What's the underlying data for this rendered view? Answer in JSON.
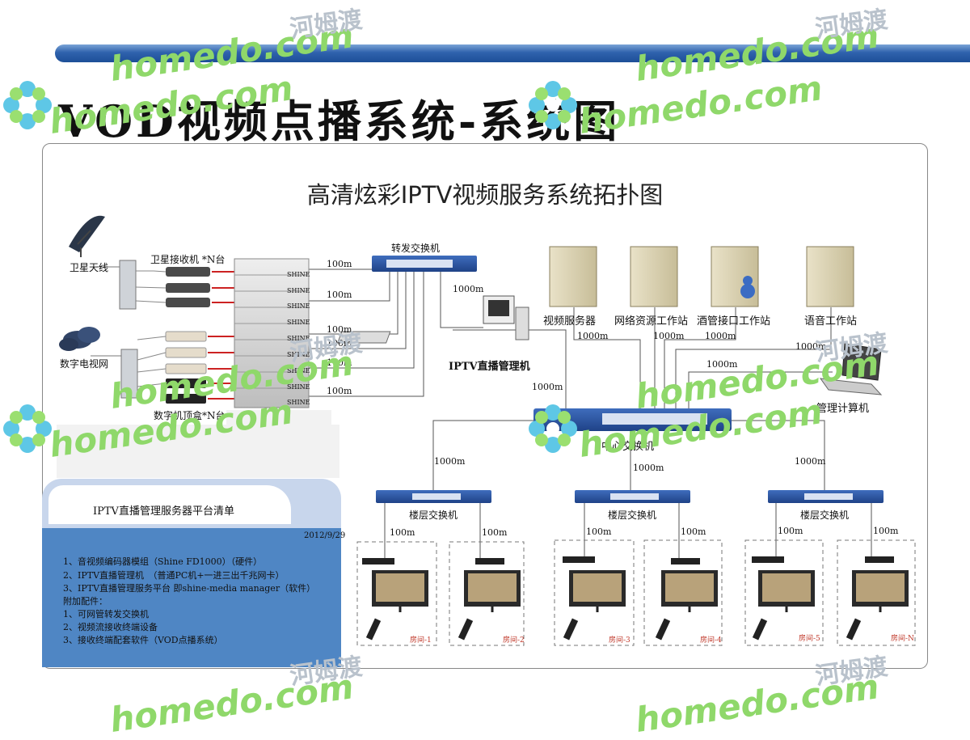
{
  "slide": {
    "title": "VOD视频点播系统-系统图",
    "diagram_title": "高清炫彩IPTV视频服务系统拓扑图"
  },
  "watermark": {
    "en": "homedo.com",
    "cn": "河姆渡"
  },
  "labels": {
    "sat_antenna": "卫星天线",
    "sat_receiver": "卫星接收机 *N台",
    "digital_tv": "数字电视网",
    "digital_stb": "数字机顶盒*N台",
    "encoder_brand": "SHINE",
    "forward_switch": "转发交换机",
    "iptv_mgmt": "IPTV直播管理机",
    "video_server": "视频服务器",
    "net_resource": "网络资源工作站",
    "hotel_interface": "酒管接口工作站",
    "voice_station": "语音工作站",
    "mgmt_computer": "管理计算机",
    "center_switch": "中心交换机",
    "floor_switch": "楼层交换机"
  },
  "links": {
    "l100": "100m",
    "l1000": "1000m"
  },
  "rooms": [
    "房间-1",
    "房间-2",
    "房间-3",
    "房间-4",
    "房间-5",
    "房间-N"
  ],
  "panel": {
    "title": "IPTV直播管理服务器平台清单",
    "date": "2012/9/29",
    "lines": [
      "1、音视频编码器模组（Shine FD1000）（硬件）",
      "2、IPTV直播管理机　（普通PC机+一进三出千兆网卡）",
      "3、IPTV直播管理服务平台 即shine-media manager（软件）",
      "附加配件：",
      "1、可网管转发交换机",
      "2、视频流接收终端设备",
      "3、接收终端配套软件（VOD点播系统）"
    ]
  },
  "colors": {
    "topbar": "#2f62ad",
    "switch": "#2a4f9a",
    "panel": "#4f86c4",
    "cable_red": "#cc2222",
    "watermark_green": "#8fd86a"
  }
}
